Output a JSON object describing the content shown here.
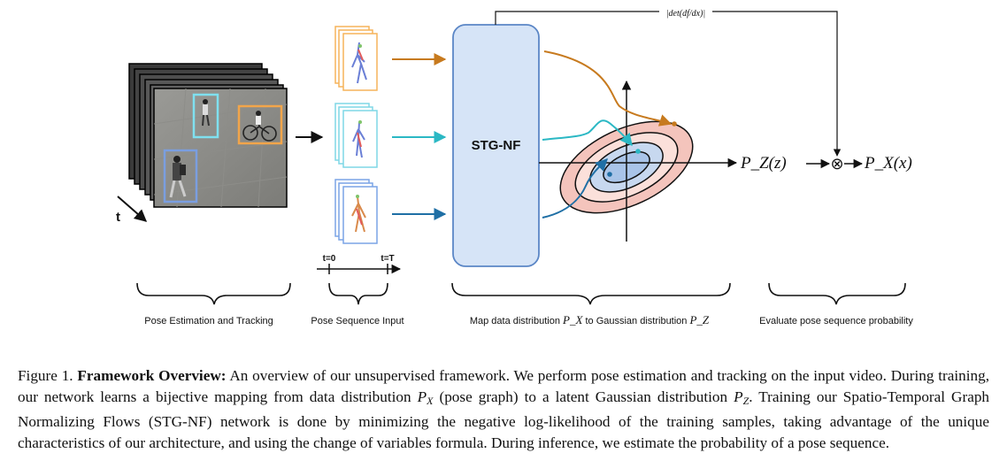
{
  "figure": {
    "time_axis_label": "t",
    "seq_start_label": "t=0",
    "seq_end_label": "t=T",
    "model_label": "STG-NF",
    "det_label": "|det(df/dx)|",
    "pz_label": "P_Z(z)",
    "otimes": "⊗",
    "px_label": "P_X(x)",
    "stage_labels": {
      "pose_estimation": "Pose Estimation and Tracking",
      "pose_sequence": "Pose Sequence Input",
      "map_prefix": "Map data distribution",
      "map_px": "P_X",
      "map_mid": "to Gaussian distribution",
      "map_pz": "P_Z",
      "evaluate": "Evaluate pose sequence probability"
    },
    "colors": {
      "orange": "#c77a1e",
      "cyan": "#2bb8c4",
      "blue": "#1f6fa5",
      "stgnf_fill": "#d6e4f7",
      "stgnf_stroke": "#5b86c6",
      "ring_outer": "#f4c4bc",
      "ring_mid": "#fbe0da",
      "ring_inner": "#c7d8ef",
      "ring_core": "#a9c4e8"
    }
  },
  "caption": {
    "figure_label": "Figure 1.",
    "bold_title": "Framework Overview:",
    "s1": "An overview of our unsupervised framework. We perform pose estimation and tracking on the input video. During training, our network learns a bijective mapping from data distribution",
    "px": "P",
    "px_sub": "X",
    "s2": "(pose graph) to a latent Gaussian distribution",
    "pz": "P",
    "pz_sub": "Z",
    "s3": ". Training our Spatio-Temporal Graph Normalizing Flows (STG-NF) network is done by minimizing the negative log-likelihood of the training samples, taking advantage of the unique characteristics of our architecture, and using the change of variables formula. During inference, we estimate the probability of a pose sequence."
  }
}
